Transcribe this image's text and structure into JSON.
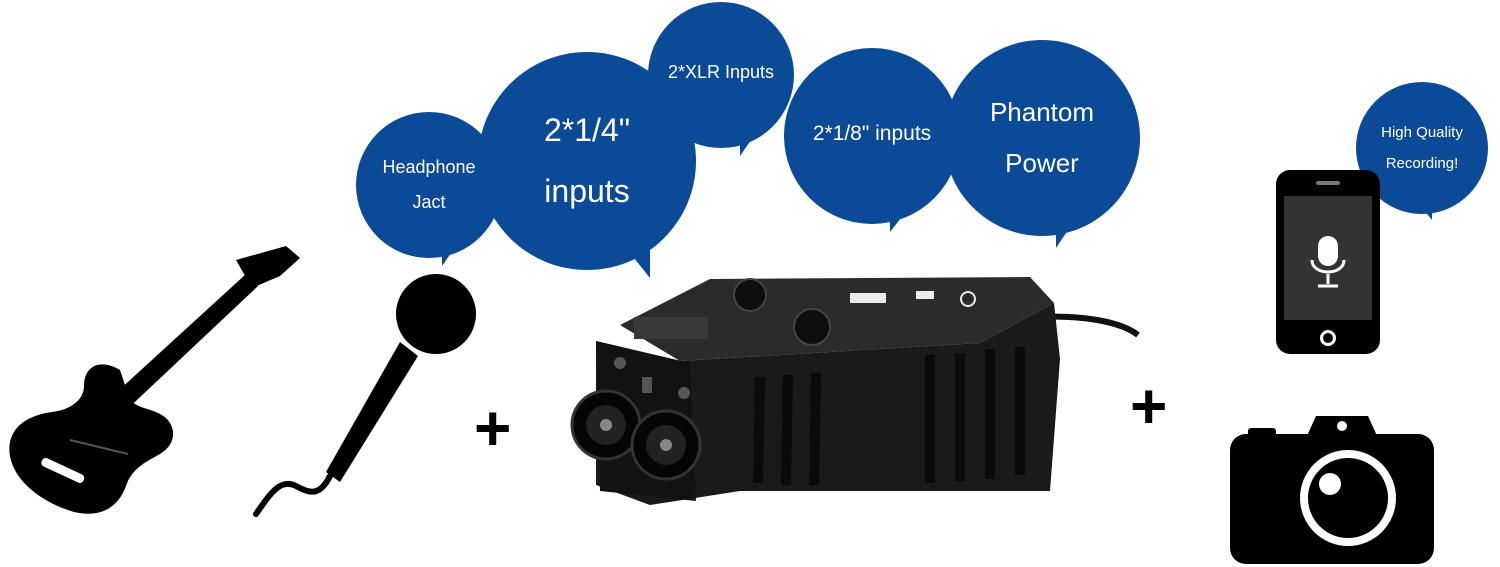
{
  "colors": {
    "bubble": "#0b4a96",
    "ink": "#000000",
    "device_body": "#1a1a1a",
    "device_top": "#2b2b2b"
  },
  "bubbles": {
    "headphone": {
      "line1": "Headphone",
      "line2": "Jact"
    },
    "quarter": {
      "line1": "2*1/4\"",
      "line2": "inputs"
    },
    "xlr": {
      "line1": "2*XLR Inputs"
    },
    "eighth": {
      "line1": "2*1/8\" inputs"
    },
    "phantom": {
      "line1": "Phantom",
      "line2": "Power"
    },
    "quality": {
      "line1": "High Quality",
      "line2": "Recording!"
    }
  },
  "plus_sign": "+",
  "icons": [
    "electric-guitar-icon",
    "microphone-icon",
    "audio-adapter-device",
    "smartphone-mic-icon",
    "camera-icon"
  ]
}
